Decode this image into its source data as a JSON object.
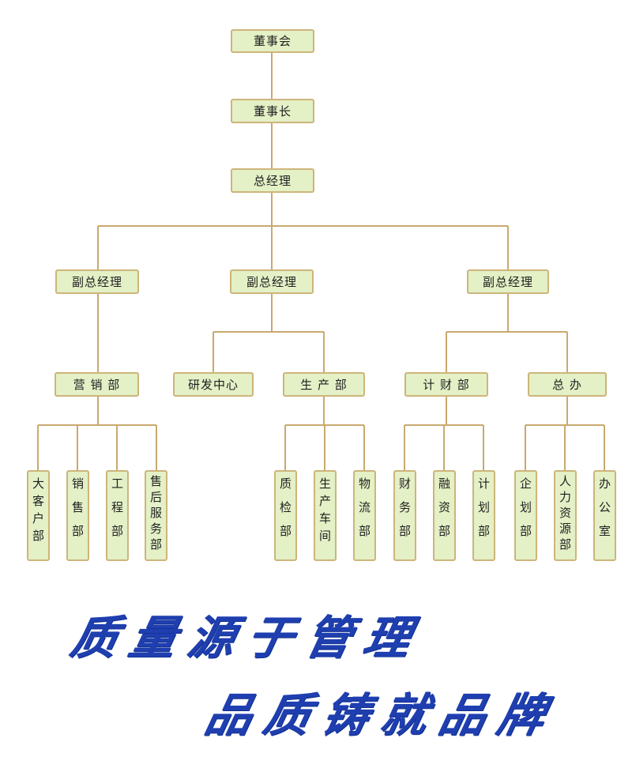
{
  "org": {
    "board": "董事会",
    "chairman": "董事长",
    "gm": "总经理",
    "vp_left": "副总经理",
    "vp_mid": "副总经理",
    "vp_right": "副总经理",
    "marketing": "营 销 部",
    "rnd": "研发中心",
    "production": "生 产 部",
    "finance": "计 财 部",
    "office": "总  办",
    "marketing_subs": [
      [
        "大",
        "客",
        "户",
        "部"
      ],
      [
        "销",
        "售",
        "部"
      ],
      [
        "工",
        "程",
        "部"
      ],
      [
        "售",
        "后",
        "服",
        "务",
        "部"
      ]
    ],
    "production_subs": [
      [
        "质",
        "检",
        "部"
      ],
      [
        "生",
        "产",
        "车",
        "间"
      ],
      [
        "物",
        "流",
        "部"
      ]
    ],
    "finance_subs": [
      [
        "财",
        "务",
        "部"
      ],
      [
        "融",
        "资",
        "部"
      ],
      [
        "计",
        "划",
        "部"
      ]
    ],
    "office_subs": [
      [
        "企",
        "划",
        "部"
      ],
      [
        "人",
        "力",
        "资",
        "源",
        "部"
      ],
      [
        "办",
        "公",
        "室"
      ]
    ]
  },
  "slogans": {
    "line1": "质量源于管理",
    "line2": "品质铸就品牌"
  },
  "colors": {
    "box_fill": "#e4f0c6",
    "box_border": "#cdb57a",
    "connector": "#c9a96e",
    "slogan": "#1f3fb0"
  }
}
